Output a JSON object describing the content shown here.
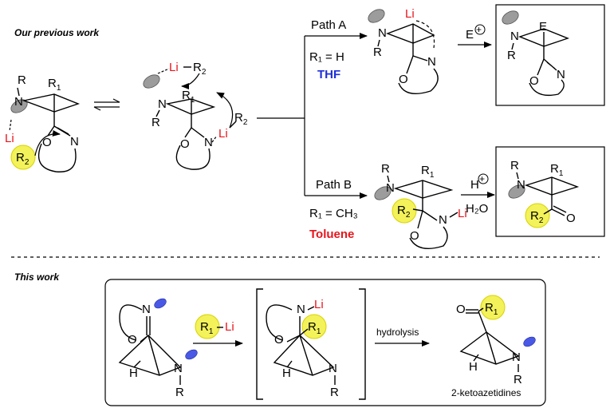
{
  "headings": {
    "previous": "Our previous work",
    "current": "This work"
  },
  "paths": {
    "a": {
      "label": "Path A",
      "condition": "R₁ = H",
      "solvent": "THF",
      "reagent": "E"
    },
    "b": {
      "label": "Path B",
      "condition": "R₁ = CH₃",
      "solvent": "Toluene",
      "reagent": "H",
      "water": "H₂O"
    }
  },
  "reagent_this_work": "R₁–Li",
  "step_label": "hydrolysis",
  "product_label": "2-ketoazetidines",
  "colors": {
    "lithium": "#e8141b",
    "thf": "#1f2fd8",
    "toluene": "#e8141b",
    "highlight": "#f3f25a",
    "lone_pair_grey": "#9c9c9c",
    "lone_pair_blue": "#4a58e6"
  }
}
